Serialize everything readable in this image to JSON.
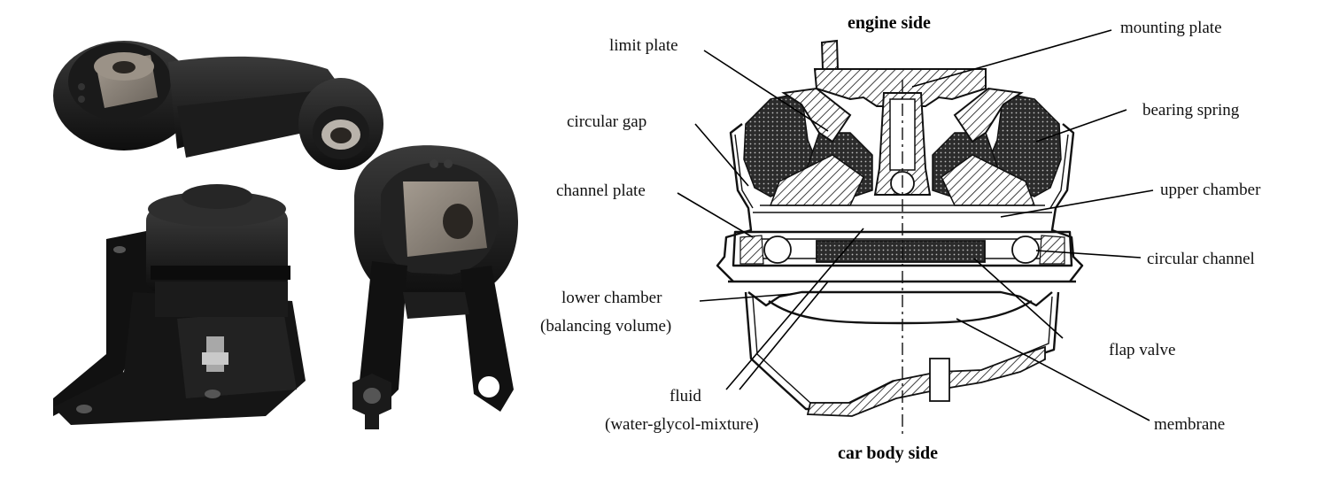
{
  "diagram": {
    "labels": {
      "engine_side": "engine side",
      "car_body_side": "car body side",
      "limit_plate": "limit plate",
      "mounting_plate": "mounting plate",
      "circular_gap": "circular gap",
      "bearing_spring": "bearing spring",
      "channel_plate": "channel plate",
      "upper_chamber": "upper chamber",
      "circular_channel": "circular channel",
      "lower_chamber_1": "lower chamber",
      "lower_chamber_2": "(balancing volume)",
      "flap_valve": "flap valve",
      "fluid_1": "fluid",
      "fluid_2": "(water-glycol-mixture)",
      "membrane": "membrane"
    }
  },
  "colors": {
    "rubber": "#2a2a2a",
    "rubber_dark": "#141414",
    "metal": "#8a8278",
    "hatch": "#111111",
    "background": "#ffffff"
  }
}
